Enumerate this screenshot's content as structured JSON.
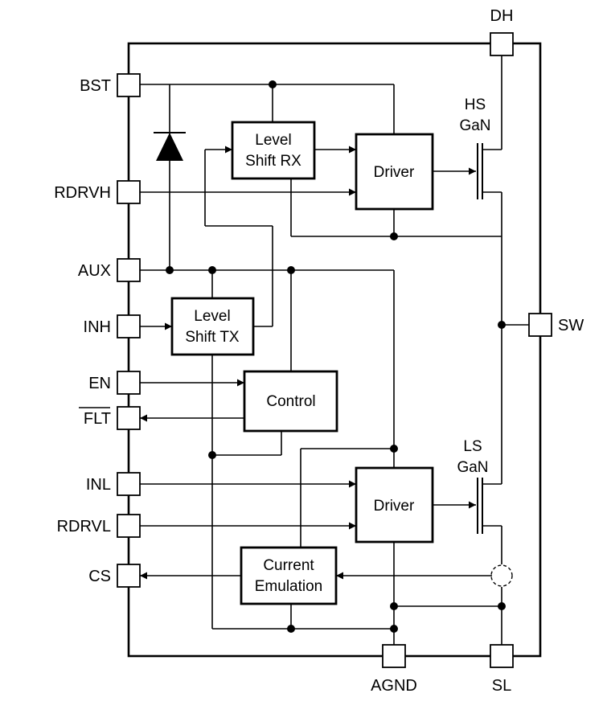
{
  "pins": {
    "dh": "DH",
    "bst": "BST",
    "rdrvh": "RDRVH",
    "aux": "AUX",
    "inh": "INH",
    "en": "EN",
    "flt": "FLT",
    "inl": "INL",
    "rdrvl": "RDRVL",
    "cs": "CS",
    "sw": "SW",
    "agnd": "AGND",
    "sl": "SL"
  },
  "blocks": {
    "level_shift_rx": [
      "Level",
      "Shift RX"
    ],
    "level_shift_tx": [
      "Level",
      "Shift TX"
    ],
    "driver_high": "Driver",
    "driver_low": "Driver",
    "control": "Control",
    "current_emulation": [
      "Current",
      "Emulation"
    ]
  },
  "transistors": {
    "high_side": [
      "HS",
      "GaN"
    ],
    "low_side": [
      "LS",
      "GaN"
    ]
  }
}
